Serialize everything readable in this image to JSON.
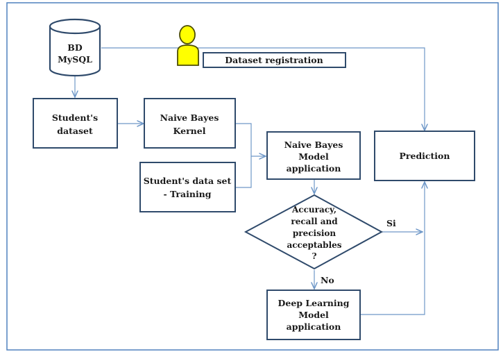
{
  "diagram": {
    "colors": {
      "frame": "#4f81bd",
      "box_border": "#2f4a6b",
      "connector": "#6f98c8",
      "user_fill": "#ffff00",
      "user_stroke": "#4d4d00",
      "db_stroke": "#2f4a6b"
    },
    "nodes": {
      "database": {
        "line1": "BD",
        "line2": "MySQL",
        "icon": "database-cylinder-icon"
      },
      "user": {
        "icon": "user-person-icon"
      },
      "dataset_registration": {
        "label": "Dataset registration"
      },
      "students_dataset": {
        "line1": "Student's",
        "line2": "dataset"
      },
      "naive_bayes_kernel": {
        "line1": "Naive Bayes",
        "line2": "Kernel"
      },
      "training_dataset": {
        "line1": "Student's data  set",
        "line2": "- Training"
      },
      "nb_model_application": {
        "line1": "Naive Bayes",
        "line2": "Model",
        "line3": "application"
      },
      "prediction": {
        "label": "Prediction"
      },
      "decision": {
        "line1": "Accuracy,",
        "line2": "recall and",
        "line3": "precision",
        "line4": "acceptables",
        "line5": "?"
      },
      "deep_learning": {
        "line1": "Deep Learning",
        "line2": "Model",
        "line3": "application"
      }
    },
    "edge_labels": {
      "yes": "Si",
      "no": "No"
    }
  }
}
